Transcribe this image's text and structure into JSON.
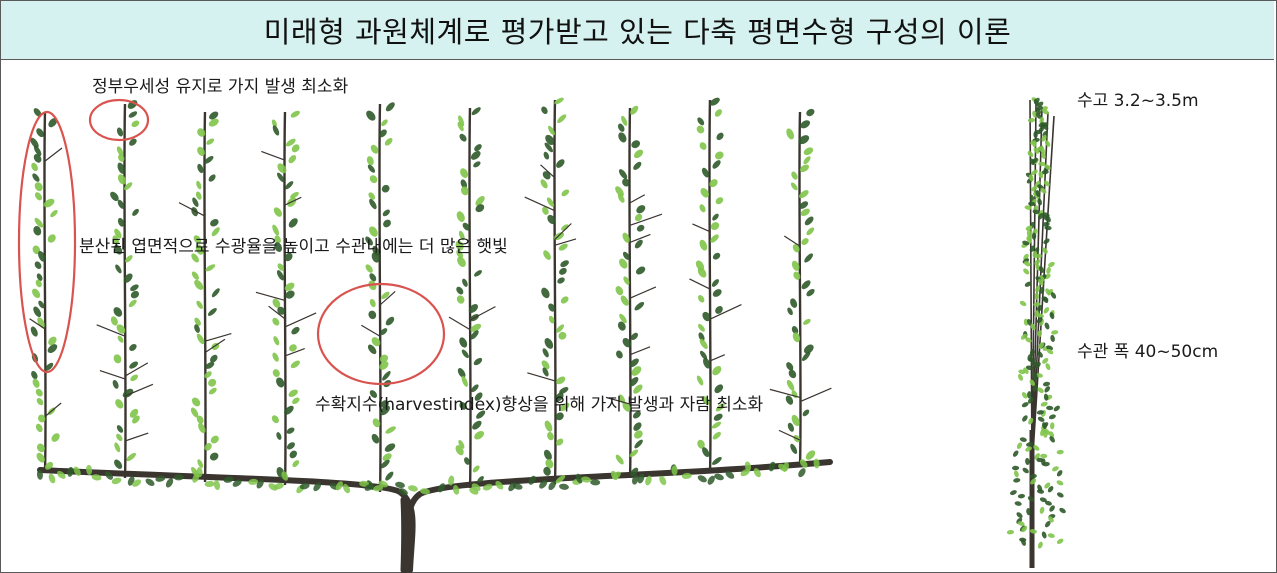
{
  "header": {
    "title": "미래형 과원체계로 평가받고 있는 다축 평면수형 구성의 이론"
  },
  "annotations": {
    "apical_dominance": "정부우세성 유지로 가지 발생 최소화",
    "leaf_area": "분산된 엽면적으로 수광율을 높이고 수관내에는 더 많은 햇빛",
    "harvest_index": "수확지수(harvestindex)향상을 위해 가지 발생과 자람 최소화",
    "tree_height": "수고 3.2~3.5m",
    "canopy_width": "수관 폭 40~50cm"
  },
  "colors": {
    "banner_bg": "#d6f2f0",
    "trunk": "#3b3530",
    "leaf_dark": "#2f5a2a",
    "leaf_light": "#7fc44a",
    "highlight_circle": "#d9534f"
  },
  "icons": {
    "front_view": "multi-leader-tree-illustration",
    "side_view": "narrow-canopy-tree-illustration"
  }
}
